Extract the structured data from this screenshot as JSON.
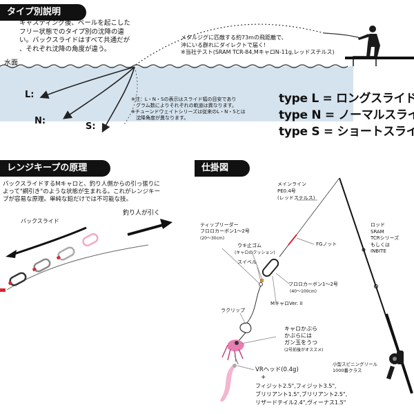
{
  "sections": {
    "types": {
      "header": "タイプ別説明",
      "intro": "キャスティング後、ベールを起こした\nフリー状態でのタイプ別の沈降の違\nい。バックスライドはすべて共通だが\n、それぞれ沈降の角度が違う。",
      "cast_note": "メタルジグに匹敵する約73mの飛距離で、\n沖にいる群れにダイレクトで届く!\n※当社テスト(SRAM TCR-84,MキャロN-11g,レッドステルス)",
      "surface_label": "水面",
      "labels": {
        "l": "L:",
        "n": "N:",
        "s": "S:"
      },
      "note": "※注：L・N・Sの表示はスライド幅の目安であり\n　グラム数によりそれぞれの軌道は異なります。\n※チューンドウェイトシリーズは従来のL・N・Sとは\n　沈降角度が異なります。",
      "type_lines": [
        "type L = ロングスライド",
        "type N = ノーマルスライド",
        "type S = ショートスライド"
      ]
    },
    "range": {
      "header": "レンジキープの原理",
      "text": "バックスライドするMキャロと、釣り人側からの引っ張りに\nよって\"綱引き\"のような状態が生まれる。これがレンジキー\nプが容易な原理。単純な鉛だけでは不可能な技。",
      "back_slide": "バックスライド",
      "angler_pull": "釣り人が引く"
    },
    "rig": {
      "header": "仕掛図",
      "main_line": "メインライン\nPE0.4号\n(レッドステルス)",
      "leader": "ティップリーダー\nフロロカーボン1〜2号",
      "leader_len": "(20〜30cm)",
      "stopper": "ウキ止ゴム",
      "stopper_sub": "(キャロのクッション)",
      "swivel": "スイベル",
      "fg_knot": "FGノット",
      "fluoro": "フロロカーボン1〜2号",
      "fluoro_len": "(40〜100cm)",
      "mcaro": "MキャロVer. II",
      "rod": "ロッド\nSRAM\nTCRシリーズ\nもしくは\nINBITE",
      "clip": "ラクリップ",
      "caro_cover": "キャロかぶら\nかぶらには\nガン玉をうつ",
      "caro_cover_sub": "(2号前後がオススメ)",
      "reel": "小型スピニングリール\n1000番クラス",
      "vr_head": "VRヘッド(0.4g)",
      "plus": "+",
      "worms": "フィジット2.5\",フィジット3.5\",\nブリリアント1.5\",ブリリアント2.5\",\nリザードテイル2.4\",ヴィーナス1.5\""
    }
  },
  "colors": {
    "water": "#d5e3ee",
    "water_dark": "#c2d5e4",
    "header_bg": "#111111",
    "red": "#d8262f",
    "pink": "#f2a8c8"
  }
}
